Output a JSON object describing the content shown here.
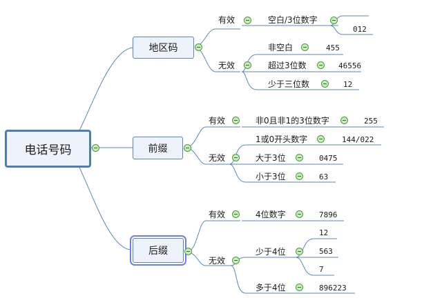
{
  "root": {
    "label": "电话号码"
  },
  "area": {
    "label": "地区码",
    "valid_label": "有效",
    "valid_item": "空白/3位数字",
    "valid_values": [
      "",
      "012"
    ],
    "invalid_label": "无效",
    "invalid_items": [
      {
        "label": "非空白",
        "value": "455"
      },
      {
        "label": "超过3位数",
        "value": "46556"
      },
      {
        "label": "少于三位数",
        "value": "12"
      }
    ]
  },
  "prefix": {
    "label": "前缀",
    "valid_label": "有效",
    "valid_item": {
      "label": "非0且非1的3位数字",
      "value": "255"
    },
    "invalid_label": "无效",
    "invalid_items": [
      {
        "label": "1或0开头数字",
        "value": "144/022"
      },
      {
        "label": "大于3位",
        "value": "0475"
      },
      {
        "label": "小于3位",
        "value": "63"
      }
    ]
  },
  "suffix": {
    "label": "后缀",
    "valid_label": "有效",
    "valid_item": {
      "label": "4位数字",
      "value": "7896"
    },
    "invalid_label": "无效",
    "less_label": "少于4位",
    "less_values": [
      "12",
      "563",
      "7"
    ],
    "more_item": {
      "label": "多于4位",
      "value": "896223"
    }
  }
}
